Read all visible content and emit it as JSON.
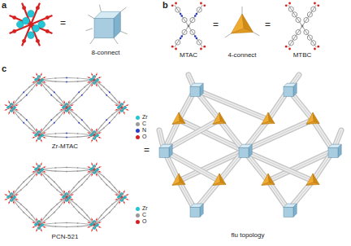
{
  "diagram": {
    "labels": [
      "a",
      "=",
      "8-connect",
      "b",
      "MTAC",
      "=",
      "4-connect",
      "=",
      "MTBC",
      "c",
      "Zr-MTAC",
      "PCN-521",
      "=",
      "flu topology"
    ],
    "legend": [
      {
        "text": "Zr",
        "color": "#22c6d6"
      },
      {
        "text": "C",
        "color": "#9a9a9a"
      },
      {
        "text": "N",
        "color": "#2a3cc8"
      },
      {
        "text": "O",
        "color": "#d62020"
      },
      {
        "text": "Zr",
        "color": "#22c6d6"
      },
      {
        "text": "C",
        "color": "#9a9a9a"
      },
      {
        "text": "O",
        "color": "#d62020"
      }
    ]
  }
}
